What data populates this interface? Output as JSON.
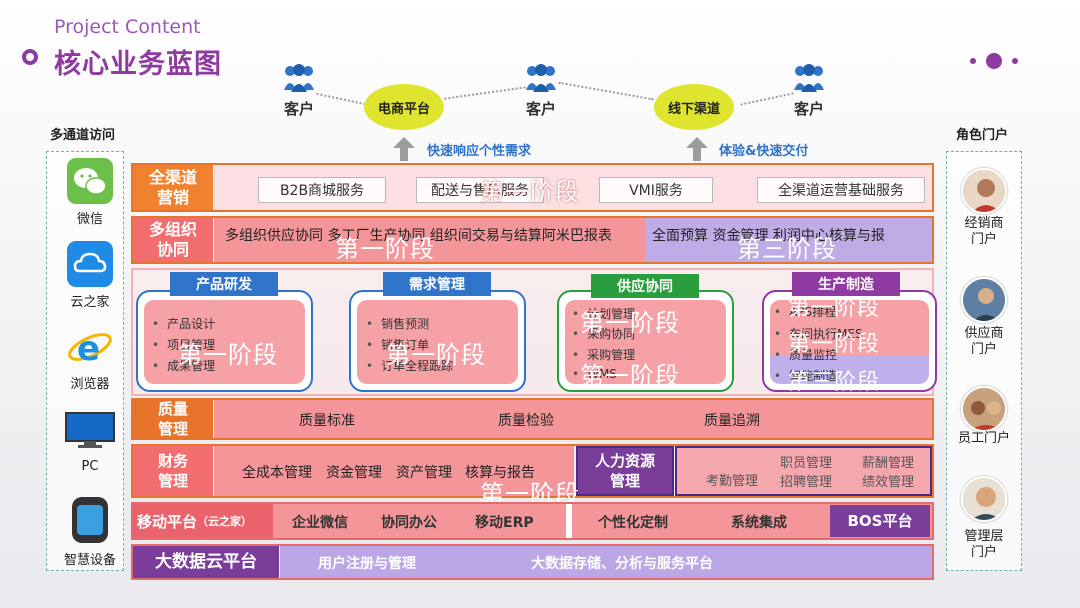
{
  "header": {
    "en_title": "Project Content",
    "zh_title": "核心业务蓝图"
  },
  "top": {
    "customers": [
      "客户",
      "客户",
      "客户"
    ],
    "platforms": [
      "电商平台",
      "线下渠道"
    ],
    "arrow_labels": [
      "快速响应个性需求",
      "体验&快速交付"
    ]
  },
  "left_panel": {
    "title": "多通道访问",
    "items": [
      {
        "label": "微信",
        "icon": "wechat-icon"
      },
      {
        "label": "云之家",
        "icon": "cloud-icon"
      },
      {
        "label": "浏览器",
        "icon": "ie-browser-icon"
      },
      {
        "label": "PC",
        "icon": "pc-monitor-icon"
      },
      {
        "label": "智慧设备",
        "icon": "smart-device-icon"
      }
    ]
  },
  "right_panel": {
    "title": "角色门户",
    "items": [
      {
        "label": "经销商\n门户"
      },
      {
        "label": "供应商\n门户"
      },
      {
        "label": "员工门户"
      },
      {
        "label": "管理层\n门户"
      }
    ]
  },
  "phase": {
    "first": "第一阶段",
    "third": "第三阶段"
  },
  "rows": {
    "marketing": {
      "head": "全渠道\n营销",
      "items": [
        "B2B商城服务",
        "配送与售后服务",
        "VMI服务",
        "全渠道运营基础服务"
      ]
    },
    "multiorg": {
      "head": "多组织\n协同",
      "text_left": "多组织供应协同 多工厂生产协同 组织间交易与结算阿米巴报表",
      "text_right": "全面预算 资金管理 利润中心核算与报"
    },
    "quality": {
      "head": "质量\n管理",
      "items": [
        "质量标准",
        "质量检验",
        "质量追溯"
      ]
    },
    "finance": {
      "head": "财务\n管理",
      "items": [
        "全成本管理",
        "资金管理",
        "资产管理",
        "核算与报告"
      ]
    },
    "hr": {
      "head": "人力资源\n管理",
      "items": [
        "考勤管理",
        "职员管理",
        "招聘管理",
        "薪酬管理",
        "绩效管理"
      ]
    },
    "mobile": {
      "head": "移动平台",
      "head_sub": "（云之家）",
      "items": [
        "企业微信",
        "协同办公",
        "移动ERP",
        "个性化定制",
        "系统集成"
      ],
      "bos": "BOS平台"
    },
    "bigdata": {
      "head": "大数据云平台",
      "items": [
        "用户注册与管理",
        "大数据存储、分析与服务平台"
      ]
    }
  },
  "modules": [
    {
      "title": "产品研发",
      "color": "#2f74c8",
      "border": "#2f74c8",
      "items": [
        "产品设计",
        "项目管理",
        "成果管理"
      ]
    },
    {
      "title": "需求管理",
      "color": "#2f74c8",
      "border": "#2f74c8",
      "items": [
        "销售预测",
        "销售订单",
        "订单全程跟踪"
      ]
    },
    {
      "title": "供应协同",
      "color": "#2a9d3f",
      "border": "#2a9d3f",
      "items": [
        "计划管理",
        "采购协同",
        "采购管理",
        "WMS"
      ]
    },
    {
      "title": "生产制造",
      "color": "#8e3aa0",
      "border": "#8e3aa0",
      "items": [
        "APS排程",
        "车间执行MES",
        "质量监控",
        "智能制造"
      ]
    }
  ]
}
